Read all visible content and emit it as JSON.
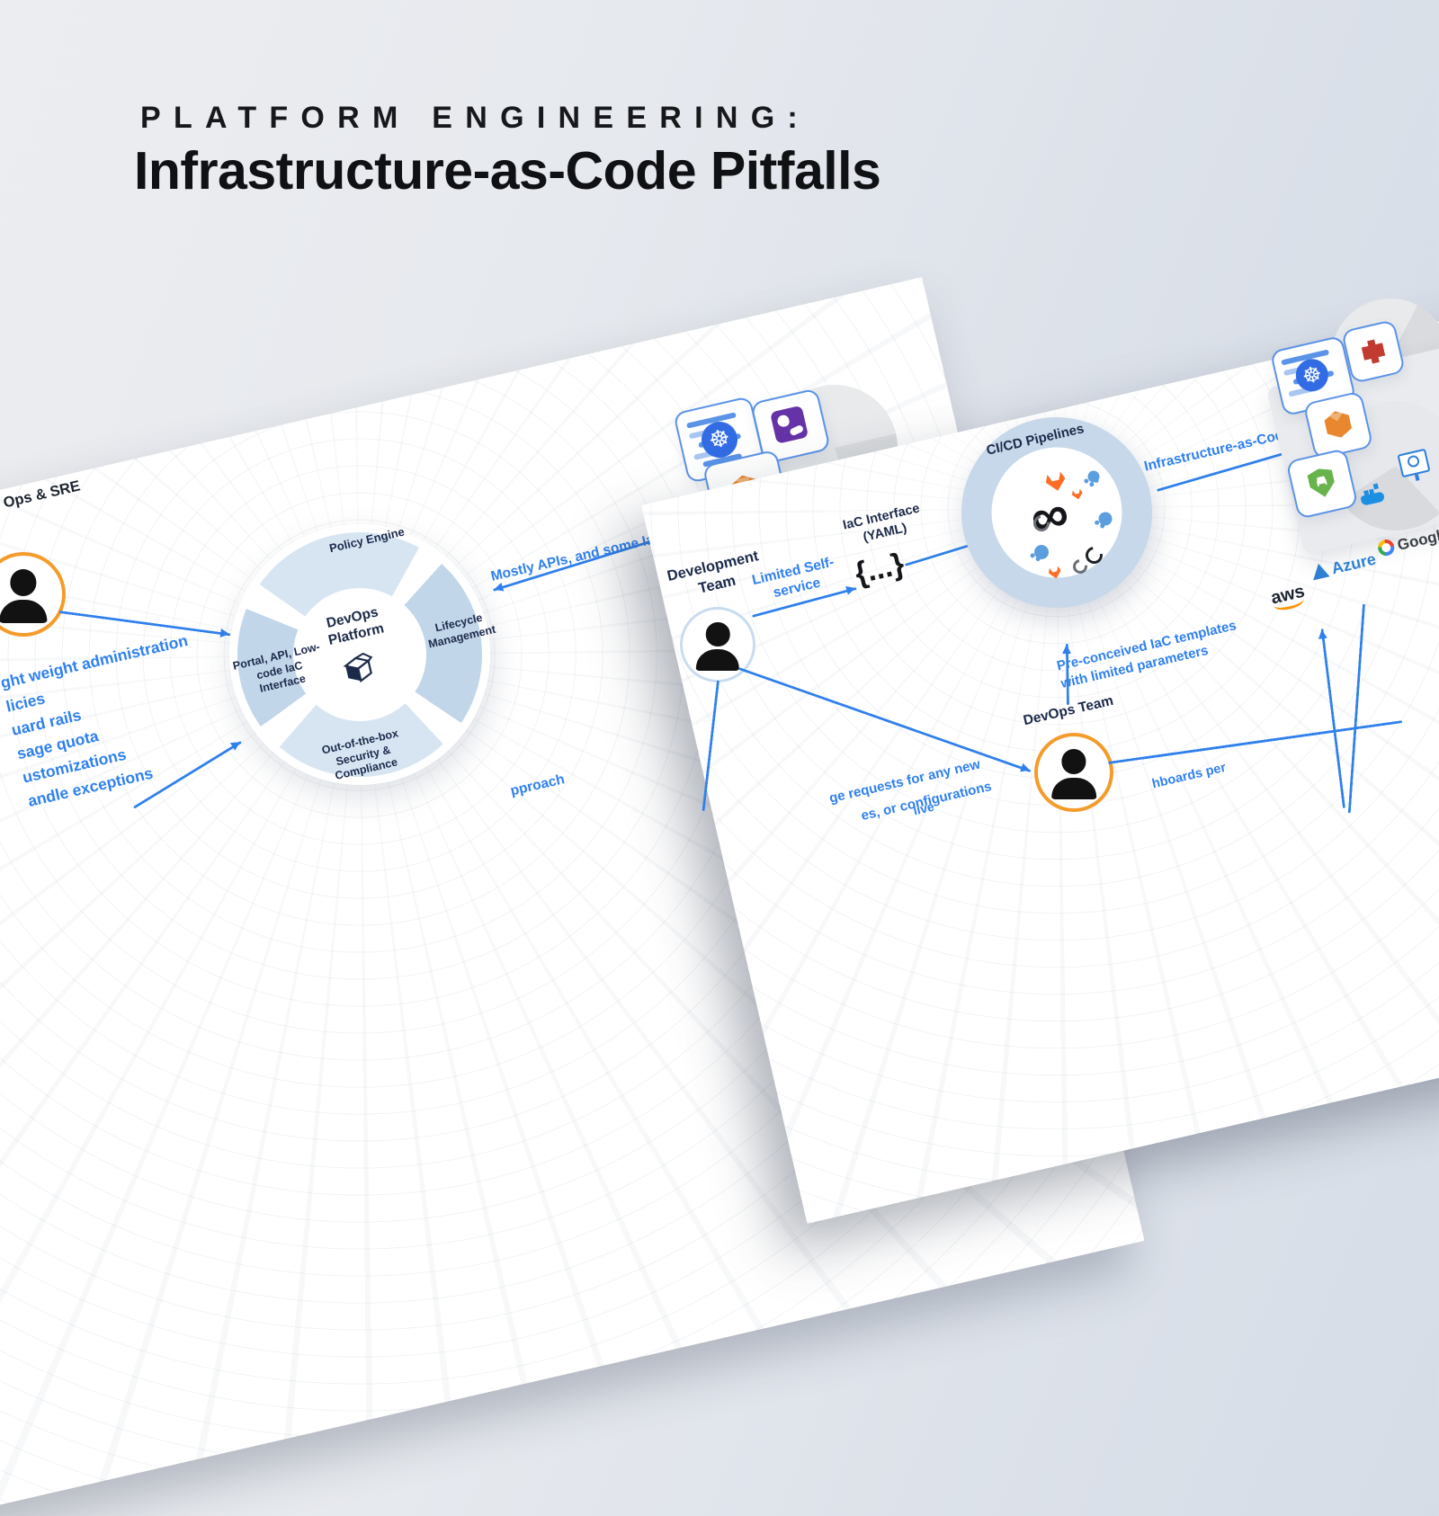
{
  "title": {
    "kicker": "PLATFORM ENGINEERING:",
    "main": "Infrastructure-as-Code Pitfalls"
  },
  "left_panel": {
    "actor_label": "Ops & SRE",
    "actor_notes": [
      "ght weight administration",
      "licies",
      "uard rails",
      "sage quota",
      "ustomizations",
      "andle exceptions"
    ],
    "flow_to_hub": "Mostly APIs, and some IaC",
    "partial_note": "pproach",
    "hub": {
      "title": "DevOps Platform",
      "segment_top": "Policy Engine",
      "segment_right": "Lifecycle Management",
      "segment_left": "Portal, API, Low-code IaC Interface",
      "segment_bottom": "Out-of-the-box Security & Compliance"
    },
    "tool_icons": [
      "kubernetes-manifest",
      "datadog",
      "aws-service"
    ]
  },
  "right_panel": {
    "dev_team_label": "Development Team",
    "self_service_label": "Limited Self-service",
    "iac_interface_label": "IaC Interface (YAML)",
    "iac_glyph": "{...}",
    "cicd_label": "CI/CD Pipelines",
    "iac_flow_label": "Infrastructure-as-Code",
    "templates_note": "Pre-conceived IaC templates with limited parameters",
    "devops_team_label": "DevOps Team",
    "partial_notes": {
      "requests": "ge requests for any new",
      "configs": "es, or configurations",
      "live": "live",
      "dashboards": "hboards per"
    },
    "clouds": {
      "aws": "aws",
      "azure": "Azure",
      "google": "Google"
    },
    "pipeline_icons": [
      "devops-infinity",
      "gitlab",
      "argo-cd",
      "circleci"
    ],
    "target_icons": [
      "kubernetes-manifest",
      "red-service",
      "orange-service",
      "security-shield",
      "docker-whale",
      "monitor"
    ]
  },
  "colors": {
    "accent_blue": "#2f80ed",
    "navy": "#1b2a4a",
    "orange_ring": "#f49b2a",
    "ring_blue": "#c6d8e9",
    "segment_light": "#d7e5f3",
    "segment_dark": "#c2d6ea",
    "card": "#ffffff"
  }
}
